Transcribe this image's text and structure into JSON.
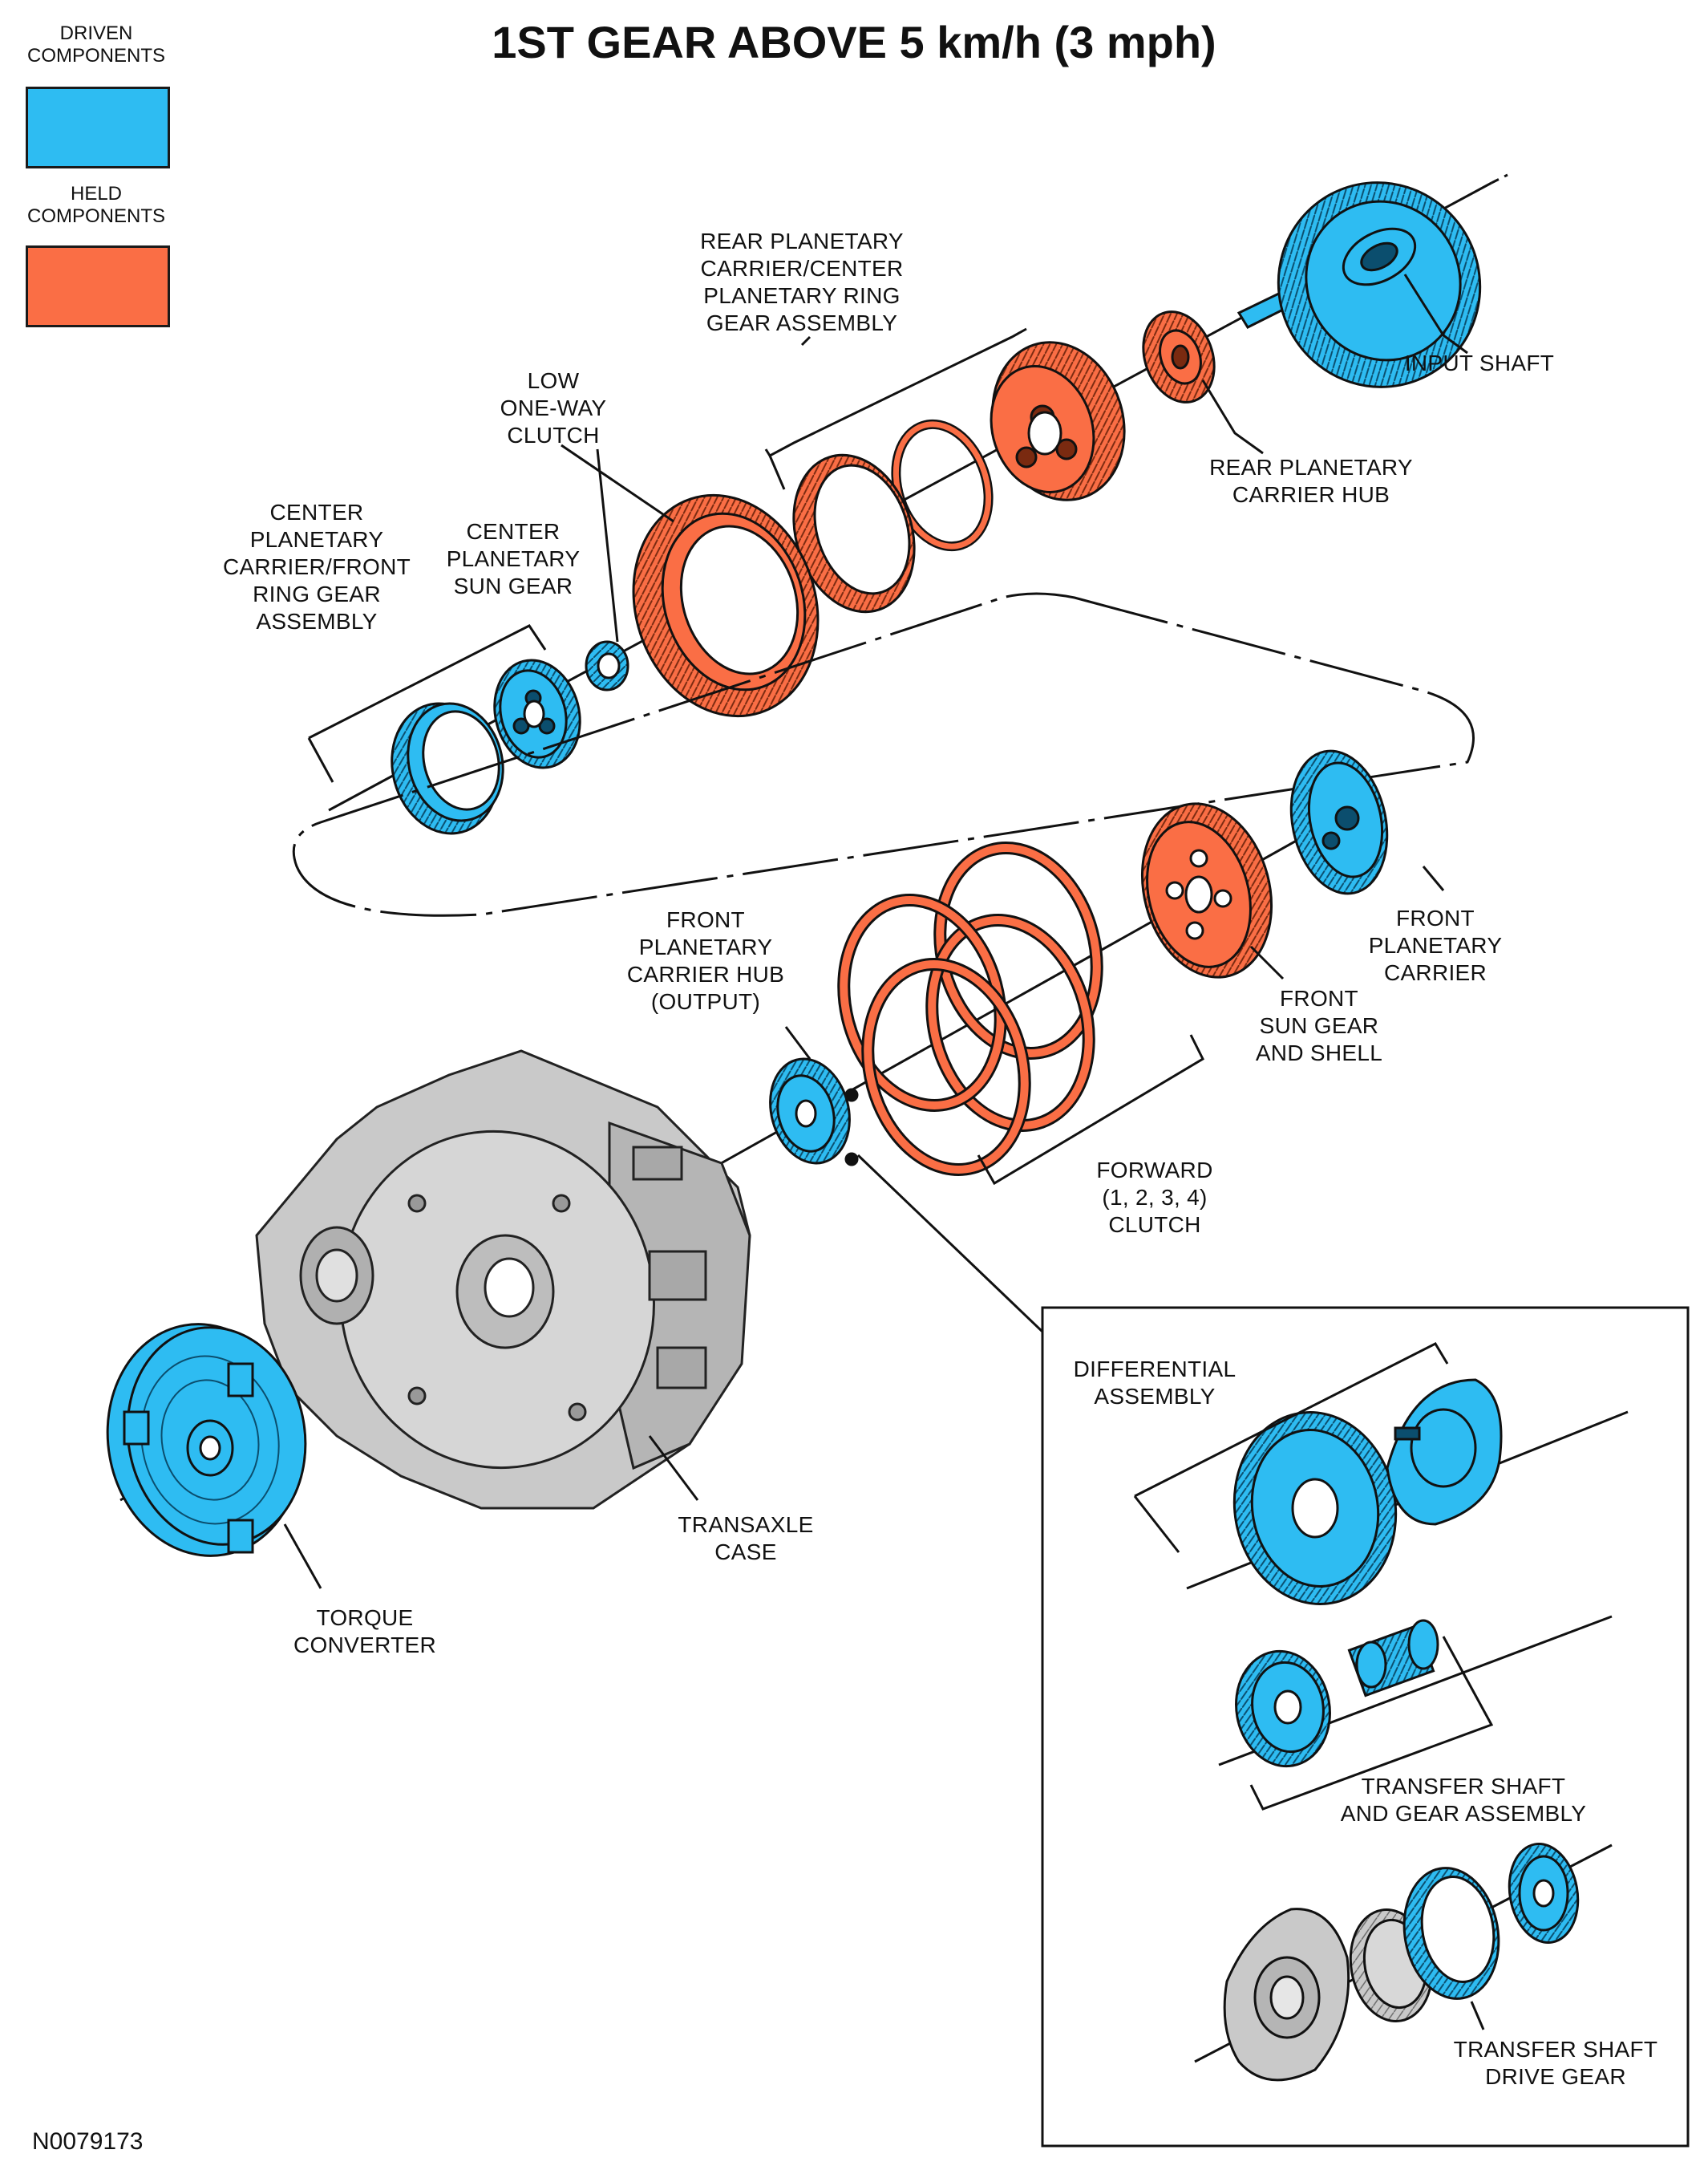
{
  "title": "1ST GEAR ABOVE 5 km/h (3 mph)",
  "figure_id": "N0079173",
  "colors": {
    "driven": "#2ebcf2",
    "held": "#fa6e45",
    "case": "#c9c9c9",
    "line": "#111111"
  },
  "legend": {
    "driven": {
      "label": "DRIVEN\nCOMPONENTS",
      "color": "#2ebcf2"
    },
    "held": {
      "label": "HELD\nCOMPONENTS",
      "color": "#fa6e45"
    }
  },
  "labels": {
    "input_shaft": "INPUT SHAFT",
    "rear_planetary_carrier_center_ring": "REAR PLANETARY\nCARRIER/CENTER\nPLANETARY RING\nGEAR ASSEMBLY",
    "rear_planetary_carrier_hub": "REAR PLANETARY\nCARRIER HUB",
    "low_one_way_clutch": "LOW\nONE-WAY\nCLUTCH",
    "center_planetary_sun_gear": "CENTER\nPLANETARY\nSUN GEAR",
    "center_planetary_carrier_front_ring": "CENTER\nPLANETARY\nCARRIER/FRONT\nRING GEAR\nASSEMBLY",
    "front_planetary_carrier": "FRONT\nPLANETARY\nCARRIER",
    "front_sun_gear_shell": "FRONT\nSUN GEAR\nAND SHELL",
    "front_planetary_carrier_hub": "FRONT\nPLANETARY\nCARRIER HUB\n(OUTPUT)",
    "forward_clutch": "FORWARD\n(1, 2, 3, 4)\nCLUTCH",
    "transaxle_case": "TRANSAXLE\nCASE",
    "torque_converter": "TORQUE\nCONVERTER",
    "differential_assembly": "DIFFERENTIAL\nASSEMBLY",
    "transfer_shaft_gear_assembly": "TRANSFER SHAFT\nAND GEAR ASSEMBLY",
    "transfer_shaft_drive_gear": "TRANSFER SHAFT\nDRIVE GEAR"
  }
}
